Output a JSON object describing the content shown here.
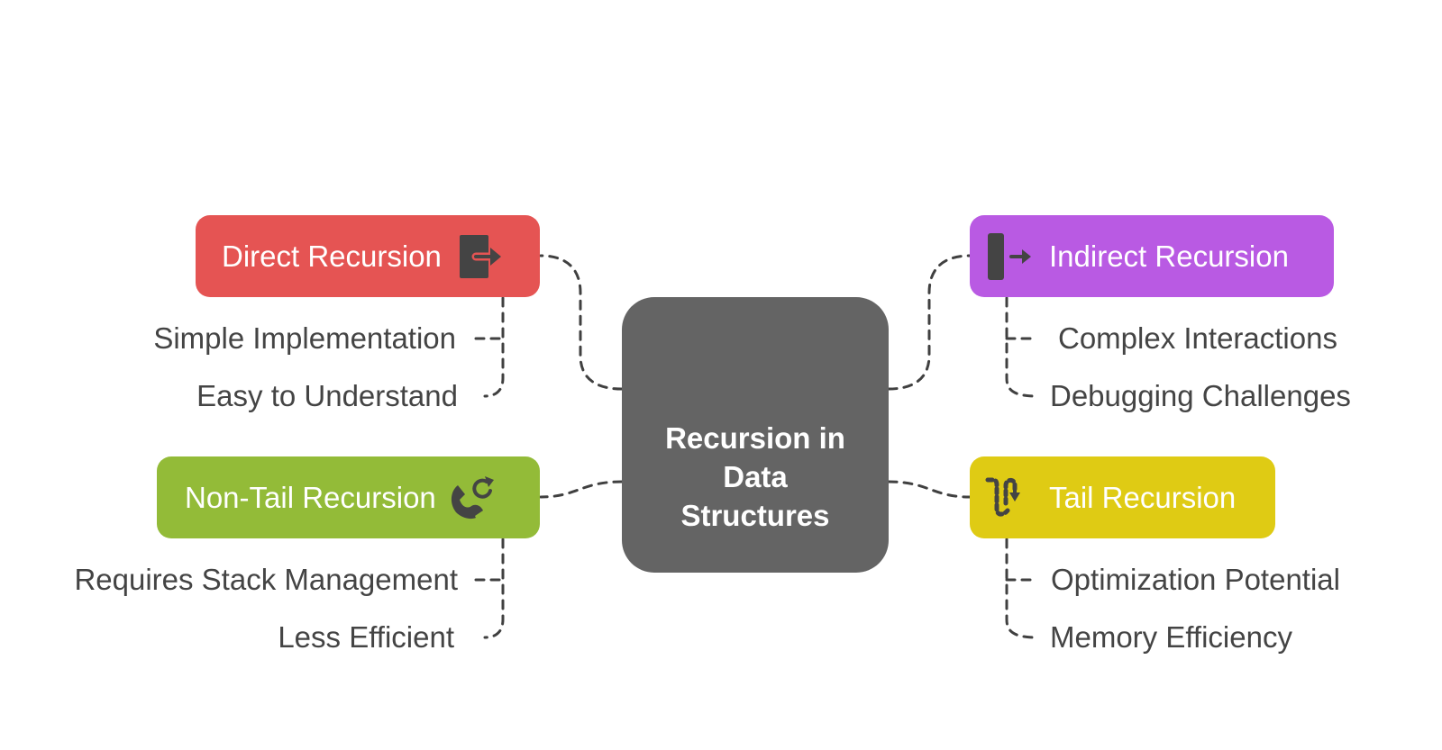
{
  "diagram": {
    "title": "Recursion in Data Structures",
    "center": {
      "label": "Recursion in Data Structures",
      "color": "#646464"
    },
    "branches": [
      {
        "label": "Direct Recursion",
        "icon": "exit-arrow-icon",
        "color": "#e55453",
        "side": "left",
        "children": [
          "Simple Implementation",
          "Easy to Understand"
        ]
      },
      {
        "label": "Indirect Recursion",
        "icon": "bar-arrow-right-icon",
        "color": "#b95ae3",
        "side": "right",
        "children": [
          "Complex Interactions",
          "Debugging Challenges"
        ]
      },
      {
        "label": "Non-Tail Recursion",
        "icon": "phone-refresh-icon",
        "color": "#93bb38",
        "side": "left",
        "children": [
          "Requires Stack Management",
          "Less Efficient"
        ]
      },
      {
        "label": "Tail Recursion",
        "icon": "dotted-path-down-icon",
        "color": "#dfcb14",
        "side": "right",
        "children": [
          "Optimization Potential",
          "Memory Efficiency"
        ]
      }
    ],
    "connector_color": "#404040",
    "text_color": "#444444"
  }
}
